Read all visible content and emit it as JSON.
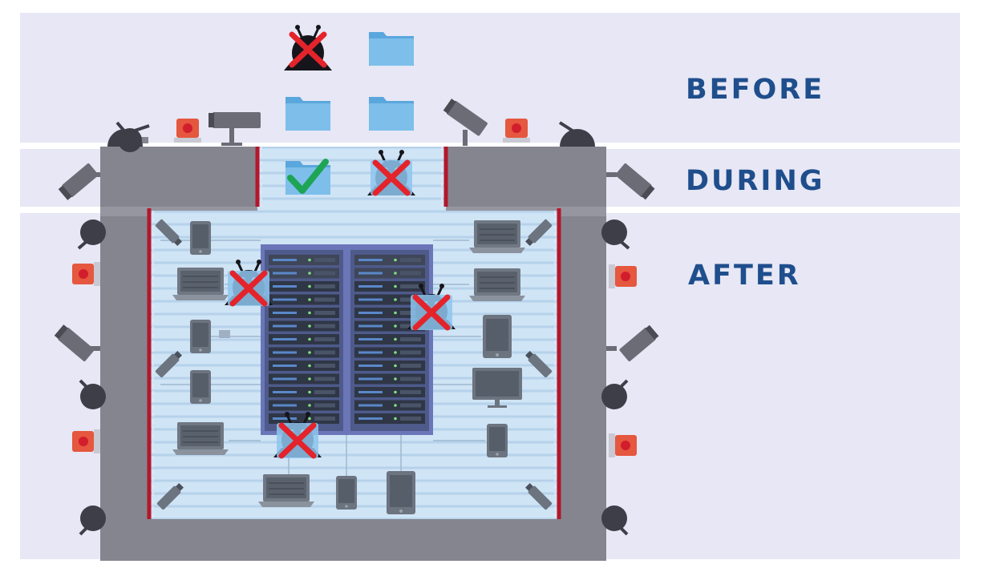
{
  "stages": {
    "before": "BEFORE",
    "during": "DURING",
    "after": "AFTER"
  },
  "colors": {
    "stage_text": "#1f4e8c",
    "band_background": "#e7e7f5",
    "wall_gray": "#858590",
    "room_light_blue": "#cfe4f5",
    "server_rack_purple": "#6b76b8",
    "folder_blue": "#7dbfea",
    "alarm_orange": "#e5573e",
    "red_cross": "#e4232a",
    "green_check": "#1ea455",
    "door_red": "#b3172b"
  },
  "icons": {
    "threat": "bug-icon",
    "blocked": "red-x-icon",
    "allowed": "green-check-icon",
    "data": "folder-icon",
    "camera": "security-camera-icon",
    "alarm": "alarm-light-icon",
    "dome": "dome-camera-icon",
    "server": "server-rack-icon",
    "laptop": "laptop-icon",
    "tablet": "tablet-icon",
    "phone": "phone-icon",
    "monitor": "monitor-icon"
  }
}
